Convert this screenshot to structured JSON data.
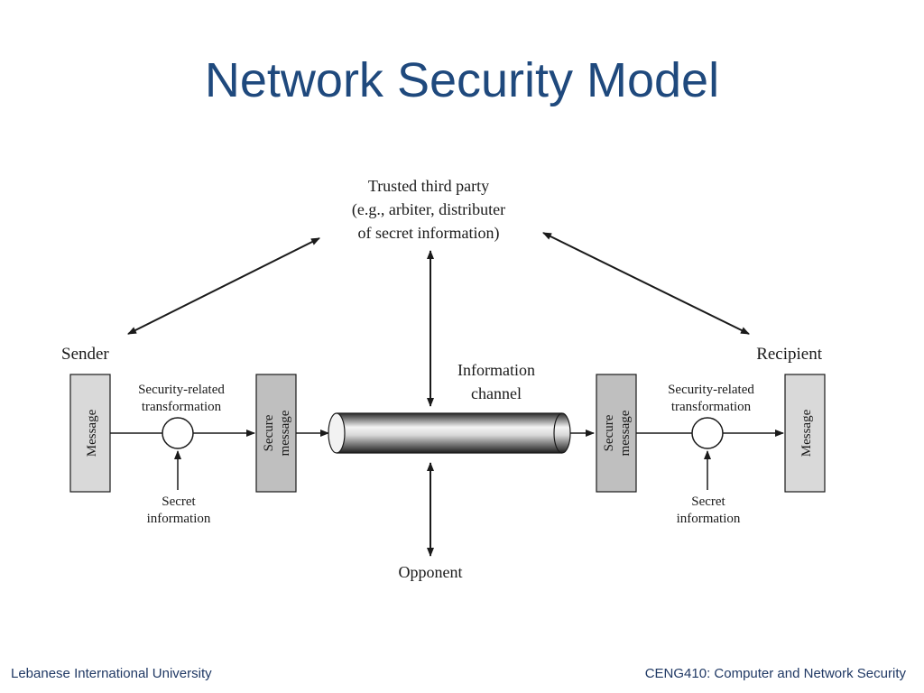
{
  "slide": {
    "title": "Network Security Model"
  },
  "diagram": {
    "trusted_party": {
      "line1": "Trusted third party",
      "line2": "(e.g., arbiter, distributer",
      "line3": "of secret information)"
    },
    "sender_label": "Sender",
    "recipient_label": "Recipient",
    "channel_label": {
      "line1": "Information",
      "line2": "channel"
    },
    "opponent_label": "Opponent",
    "left": {
      "message": "Message",
      "transform": {
        "line1": "Security-related",
        "line2": "transformation"
      },
      "secure": {
        "line1": "Secure",
        "line2": "message"
      },
      "secret": {
        "line1": "Secret",
        "line2": "information"
      }
    },
    "right": {
      "message": "Message",
      "transform": {
        "line1": "Security-related",
        "line2": "transformation"
      },
      "secure": {
        "line1": "Secure",
        "line2": "message"
      },
      "secret": {
        "line1": "Secret",
        "line2": "information"
      }
    },
    "colors": {
      "message_box": "#d9d9d9",
      "secure_box": "#bfbfbf",
      "ink": "#1a1a1a"
    }
  },
  "footer": {
    "left": "Lebanese International University",
    "right": "CENG410: Computer and Network Security"
  }
}
